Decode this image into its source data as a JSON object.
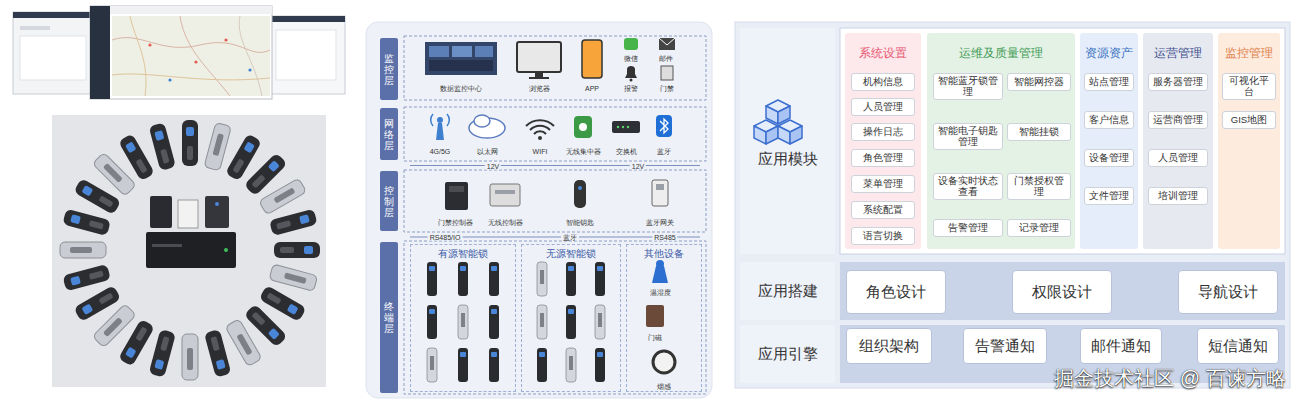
{
  "diagram": {
    "nodes": [
      {
        "text": [
          "监控层"
        ]
      },
      {
        "text": [
          "网络层"
        ]
      },
      {
        "text": [
          "控制层"
        ]
      },
      {
        "text": [
          "终端层"
        ]
      },
      {
        "text": [
          "有源智能锁"
        ]
      },
      {
        "text": [
          "无源智能锁"
        ]
      },
      {
        "text": [
          "其他设备"
        ]
      },
      {
        "text": [
          "应用模块"
        ]
      },
      {
        "text": [
          "系统设置"
        ]
      },
      {
        "text": [
          "机构信息"
        ],
        "in": 8
      },
      {
        "text": [
          "人员管理"
        ],
        "in": 8
      },
      {
        "text": [
          "操作日志"
        ],
        "in": 8
      },
      {
        "text": [
          "角色管理"
        ],
        "in": 8
      },
      {
        "text": [
          "菜单管理"
        ],
        "in": 8
      },
      {
        "text": [
          "系统配置"
        ],
        "in": 8
      },
      {
        "text": [
          "语言切换"
        ],
        "in": 8
      },
      {
        "text": [
          "运维及质量管理"
        ]
      },
      {
        "text": [
          "智能蓝牙锁管理"
        ],
        "in": 16
      },
      {
        "text": [
          "智能网控器"
        ],
        "in": 16
      },
      {
        "text": [
          "智能电子钥匙管理"
        ],
        "in": 16
      },
      {
        "text": [
          "智能挂锁"
        ],
        "in": 16
      },
      {
        "text": [
          "设备实时状态查看"
        ],
        "in": 16
      },
      {
        "text": [
          "门禁授权管理"
        ],
        "in": 16
      },
      {
        "text": [
          "告警管理"
        ],
        "in": 16
      },
      {
        "text": [
          "记录管理"
        ],
        "in": 16
      },
      {
        "text": [
          "资源资产"
        ]
      },
      {
        "text": [
          "站点管理"
        ],
        "in": 25
      },
      {
        "text": [
          "客户信息"
        ],
        "in": 25
      },
      {
        "text": [
          "设备管理"
        ],
        "in": 25
      },
      {
        "text": [
          "文件管理"
        ],
        "in": 25
      },
      {
        "text": [
          "运营管理"
        ]
      },
      {
        "text": [
          "服务器管理"
        ],
        "in": 30
      },
      {
        "text": [
          "运营商管理"
        ],
        "in": 30
      },
      {
        "text": [
          "人员管理"
        ],
        "in": 30
      },
      {
        "text": [
          "培训管理"
        ],
        "in": 30
      },
      {
        "text": [
          "监控管理"
        ]
      },
      {
        "text": [
          "可视化平台"
        ],
        "in": 35
      },
      {
        "text": [
          "GIS地图"
        ],
        "in": 35
      },
      {
        "text": [
          "应用搭建"
        ]
      },
      {
        "text": [
          "角色设计"
        ]
      },
      {
        "text": [
          "权限设计"
        ]
      },
      {
        "text": [
          "导航设计"
        ]
      },
      {
        "text": [
          "应用引擎"
        ]
      },
      {
        "text": [
          "组织架构"
        ]
      },
      {
        "text": [
          "告警通知"
        ]
      },
      {
        "text": [
          "邮件通知"
        ]
      },
      {
        "text": [
          "短信通知"
        ]
      }
    ],
    "labels": [
      "数据监控中心",
      "浏览器",
      "APP",
      "微信",
      "邮件",
      "报警",
      "门禁",
      "4G/5G",
      "以太网",
      "WIFI",
      "无线集中器",
      "交换机",
      "蓝牙",
      "12V",
      "12V",
      "门禁控制器",
      "无线控制器",
      "智能钥匙",
      "蓝牙网关",
      "RS485/IO",
      "蓝牙",
      "RS485",
      "温湿度",
      "门磁",
      "烟感",
      "掘金技术社区 @ 百谏方略"
    ]
  }
}
